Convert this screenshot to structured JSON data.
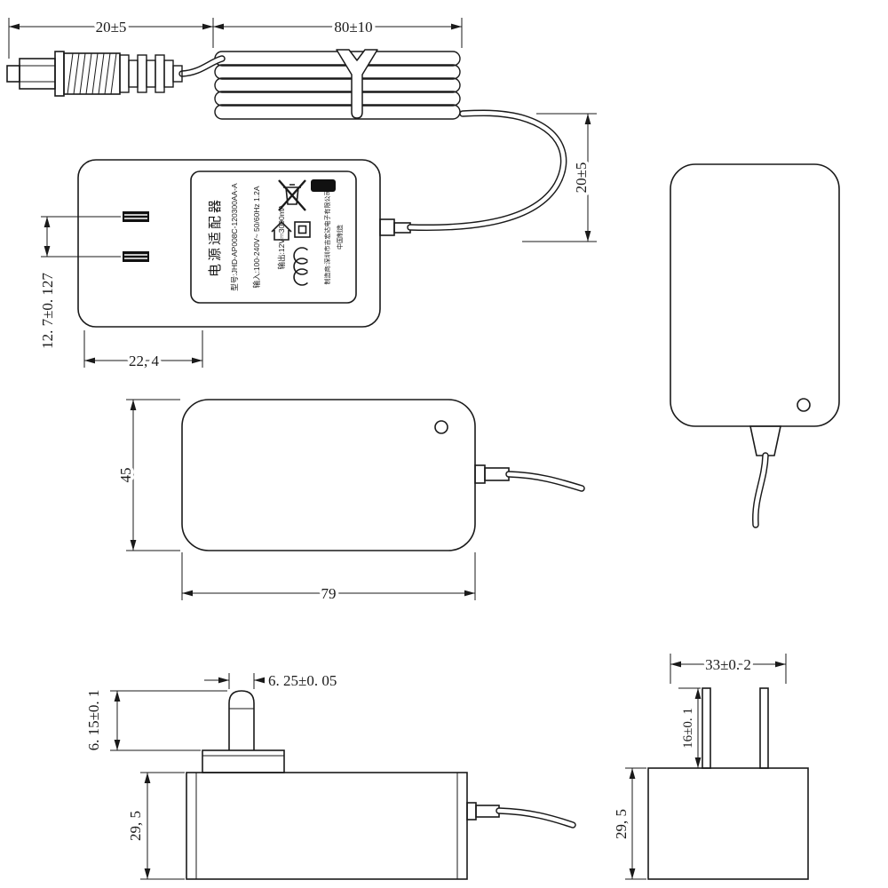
{
  "colors": {
    "line": "#1a1a1a",
    "background": "#ffffff",
    "label_ink": "#111111"
  },
  "dimensions": {
    "plug_length": "20±5",
    "cable_coil_length": "80±10",
    "cable_drop": "20±5",
    "pin_pitch": "12. 7±0. 127",
    "pin_offset": "22, 4",
    "body_width": "45",
    "body_length": "79",
    "tip_height": "6. 15±0. 1",
    "tip_diameter": "6. 25±0. 05",
    "body_thickness_front": "29, 5",
    "top_width": "33±0. 2",
    "pin_length": "16±0. 1",
    "body_thickness_end": "29, 5"
  },
  "label": {
    "product_name": "电源适配器",
    "model": "型号:JHD-AP008C-120300AA-A",
    "input": "输入:100-240V~ 50/60Hz 1.2A",
    "output": "输出:12V⎓3000mA",
    "manufacturer": "制造商:深圳市吉宏达电子有限公司",
    "made_in": "中国制造"
  },
  "icons": {
    "weee": "crossed-bin-icon",
    "indoor_use": "house-icon",
    "double_insulation": "square-in-square-icon",
    "certification": "ccc-mark-icon"
  }
}
